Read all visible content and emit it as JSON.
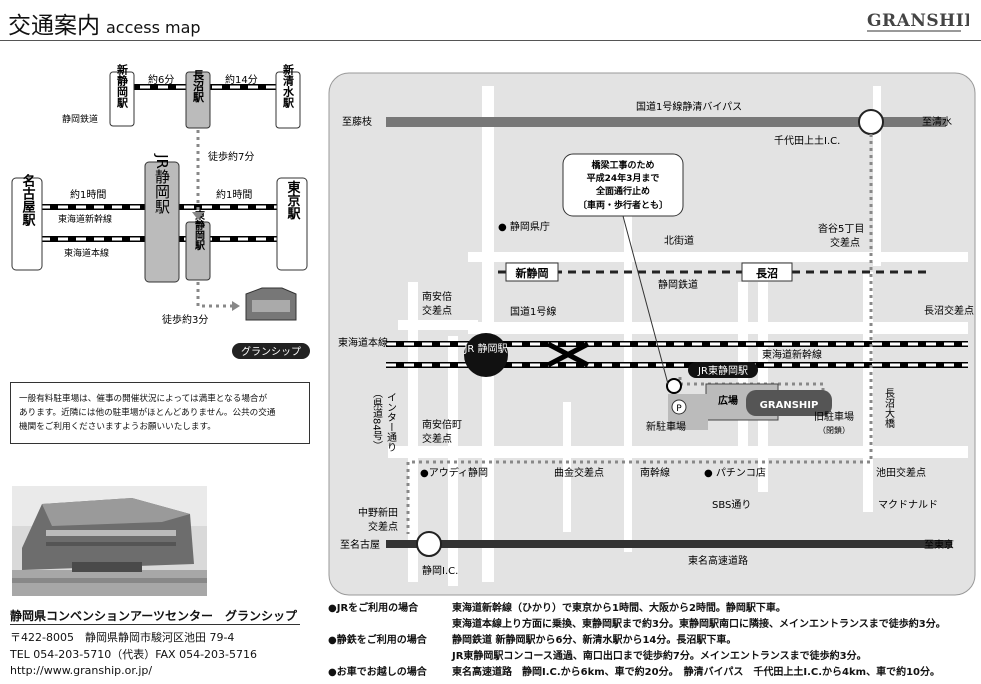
{
  "header": {
    "title": "交通案内",
    "subtitle": "access map",
    "logo": "GRANSHIP"
  },
  "diagram": {
    "stations": {
      "shinshizuoka": "新静岡駅",
      "naganuma": "長沼駅",
      "shinshimizu": "新清水駅",
      "jr_shizuoka": "JR静岡駅",
      "nagoya": "名古屋駅",
      "tokyo": "東京駅",
      "higashishizuoka": "東静岡駅"
    },
    "labels": {
      "shizutetsu": "静岡鉄道",
      "min6": "約6分",
      "min14": "約14分",
      "walk7": "徒歩約7分",
      "hour1_left": "約1時間",
      "hour1_right": "約1時間",
      "shinkansen": "東海道新幹線",
      "honsen": "東海道本線",
      "walk3": "徒歩約3分",
      "granship_tag": "グランシップ"
    }
  },
  "note": {
    "lines": [
      "一般有料駐車場は、催事の開催状況によっては満車となる場合が",
      "あります。近隣には他の駐車場がほとんどありません。公共の交通",
      "機関をご利用くださいますようお願いいたします。"
    ]
  },
  "venue": {
    "name": "静岡県コンベンションアーツセンター　グランシップ",
    "zip_addr": "〒422-8005　静岡県静岡市駿河区池田 79-4",
    "tel_fax": "TEL 054-203-5710（代表）FAX 054-203-5716",
    "url": "http://www.granship.or.jp/"
  },
  "map": {
    "roads": {
      "bypass": "国道1号線静清バイパス",
      "to_fujieda": "至藤枝",
      "to_shimizu": "至清水",
      "chiyoda_ic": "千代田上土I.C.",
      "kitakaido": "北街道",
      "route1": "国道1号線",
      "sbs": "SBS通り",
      "tomei": "東名高速道路",
      "to_nagoya": "至名古屋",
      "to_tokyo": "至東京",
      "shizuoka_ic": "静岡I.C.",
      "interdori_a": "インター通り",
      "interdori_b": "（県道84号）"
    },
    "intersections": {
      "minamiabe": "南安倍\n交差点",
      "minamiabecho": "南安倍町\n交差点",
      "komagoe": "沓谷5丁目\n交差点",
      "naganuma_x": "長沼交差点",
      "ikeda": "池田交差点",
      "kyokukane": "曲金交差点",
      "nakanoshinden": "中野新田\n交差点"
    },
    "rail": {
      "shinshizuoka": "新静岡",
      "naganuma": "長沼",
      "shizutetsu": "静岡鉄道",
      "honsen": "東海道本線",
      "shinkansen": "東海道新幹線",
      "jr_station": "JR\n静岡駅",
      "higashi": "JR東静岡駅"
    },
    "places": {
      "prefoffice": "静岡県庁",
      "audi": "アウディ静岡",
      "pachinko": "パチンコ店",
      "mcdonald": "マクドナルド",
      "minamikansen": "南幹線",
      "hiroba": "広場",
      "granship": "GRANSHIP",
      "new_parking": "新駐車場",
      "old_parking": "旧駐車場",
      "closed": "（閉鎖）",
      "naganuma_bridge": "長沼大橋"
    },
    "notice": [
      "橋梁工事のため",
      "平成24年3月まで",
      "全面通行止め",
      "〔車両・歩行者とも〕"
    ]
  },
  "access": [
    {
      "key": "●JRをご利用の場合",
      "lines": [
        "東海道新幹線（ひかり）で東京から1時間、大阪から2時間。静岡駅下車。",
        "東海道本線上り方面に乗換、東静岡駅まで約3分。東静岡駅南口に隣接、メインエントランスまで徒歩約3分。"
      ]
    },
    {
      "key": "●静鉄をご利用の場合",
      "lines": [
        "静岡鉄道 新静岡駅から6分、新清水駅から14分。長沼駅下車。",
        "JR東静岡駅コンコース通過、南口出口まで徒歩約7分。メインエントランスまで徒歩約3分。"
      ]
    },
    {
      "key": "●お車でお越しの場合",
      "lines": [
        "東名高速道路　静岡I.C.から6km、車で約20分。　静清バイパス　千代田上土I.C.から4km、車で約10分。"
      ]
    }
  ]
}
